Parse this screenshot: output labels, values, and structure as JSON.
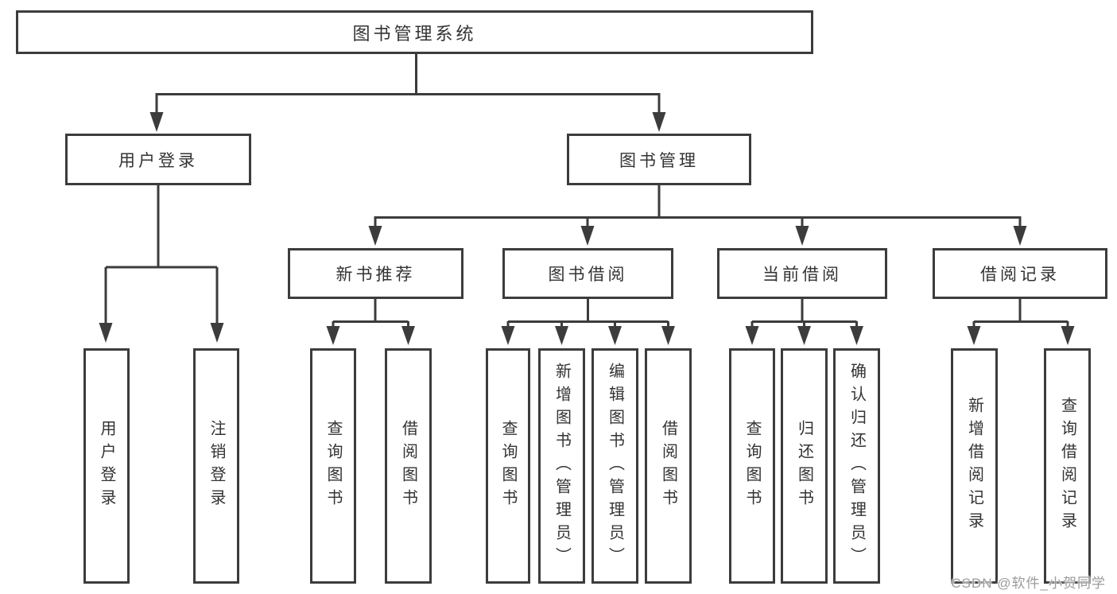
{
  "colors": {
    "line": "#3c3c3c",
    "text": "#333333",
    "box_background": "#ffffff",
    "watermark": "#9b9b9b"
  },
  "root": {
    "label": "图书管理系统"
  },
  "level2": [
    {
      "label": "用户登录",
      "children": [
        "用户登录",
        "注销登录"
      ]
    },
    {
      "label": "图书管理"
    }
  ],
  "level3": [
    {
      "label": "新书推荐",
      "children": [
        "查询图书",
        "借阅图书"
      ]
    },
    {
      "label": "图书借阅",
      "children": [
        "查询图书",
        "新增图书（管理员）",
        "编辑图书（管理员）",
        "借阅图书"
      ]
    },
    {
      "label": "当前借阅",
      "children": [
        "查询图书",
        "归还图书",
        "确认归还（管理员）"
      ]
    },
    {
      "label": "借阅记录",
      "children": [
        "新增借阅记录",
        "查询借阅记录"
      ]
    }
  ],
  "watermark": "CSDN @软件_小贺同学"
}
